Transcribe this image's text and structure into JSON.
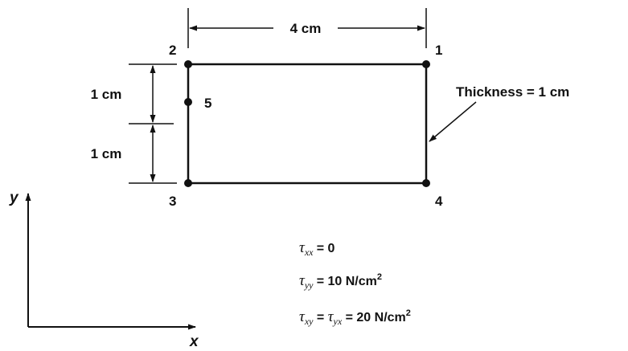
{
  "dimensions": {
    "width_label": "4 cm",
    "upper_height_label": "1 cm",
    "lower_height_label": "1 cm"
  },
  "thickness_label": "Thickness = 1 cm",
  "nodes": [
    {
      "id": "1"
    },
    {
      "id": "2"
    },
    {
      "id": "3"
    },
    {
      "id": "4"
    },
    {
      "id": "5"
    }
  ],
  "axes": {
    "x_label": "x",
    "y_label": "y"
  },
  "stresses": [
    {
      "symbol": "τ",
      "sub": "xx",
      "rhs": "= 0"
    },
    {
      "symbol": "τ",
      "sub": "yy",
      "rhs": "= 10 N/cm",
      "sup": "2"
    },
    {
      "symbol": "τ",
      "sub": "xy",
      "mid": " = ",
      "symbol2": "τ",
      "sub2": "yx",
      "rhs": " = 20 N/cm",
      "sup": "2"
    }
  ]
}
